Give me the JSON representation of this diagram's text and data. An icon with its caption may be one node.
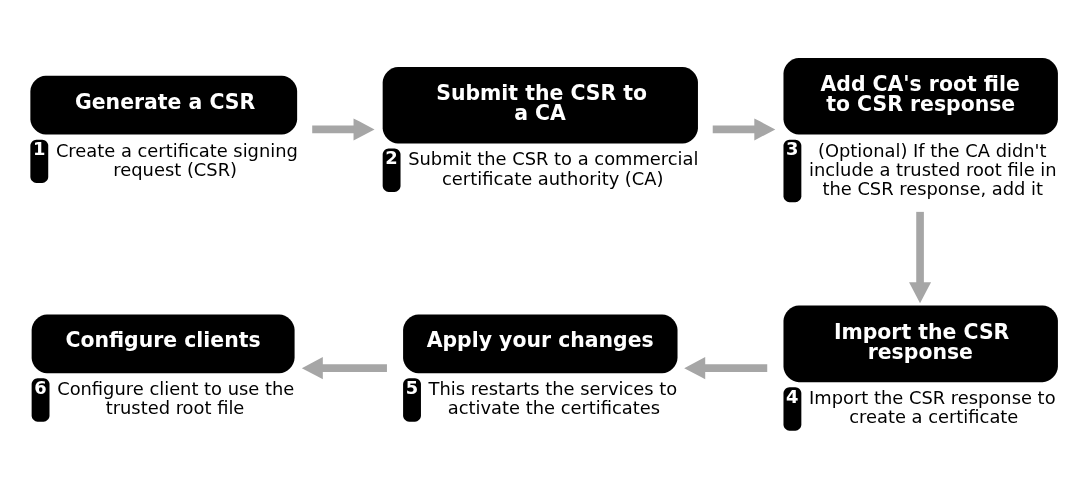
{
  "diagram": {
    "nodes": [
      {
        "text": [
          "Generate a CSR"
        ],
        "beside": [
          "1",
          "Create a certificate signing request (CSR)"
        ]
      },
      {
        "text": [
          "Submit the CSR to a CA"
        ],
        "beside": [
          "2",
          "Submit the CSR to a commercial certificate authority (CA)"
        ]
      },
      {
        "text": [
          "Add CA's root file to CSR response"
        ],
        "beside": [
          "3",
          "(Optional) If the CA didn't include a trusted root file in the CSR response, add it"
        ]
      },
      {
        "text": [
          "Import the CSR response"
        ],
        "beside": [
          "4",
          "Import the CSR response to create a certificate"
        ]
      },
      {
        "text": [
          "Apply your changes"
        ],
        "beside": [
          "5",
          "This restarts the services to activate the certificates"
        ]
      },
      {
        "text": [
          "Configure clients"
        ],
        "beside": [
          "6",
          "Configure client to use the trusted root file"
        ]
      }
    ],
    "edges": [
      {
        "from": 0,
        "to": 1,
        "arrow": "to"
      },
      {
        "from": 1,
        "to": 2,
        "arrow": "to"
      },
      {
        "from": 2,
        "to": 3,
        "arrow": "to"
      },
      {
        "from": 3,
        "to": 4,
        "arrow": "to"
      },
      {
        "from": 4,
        "to": 5,
        "arrow": "to"
      }
    ]
  }
}
